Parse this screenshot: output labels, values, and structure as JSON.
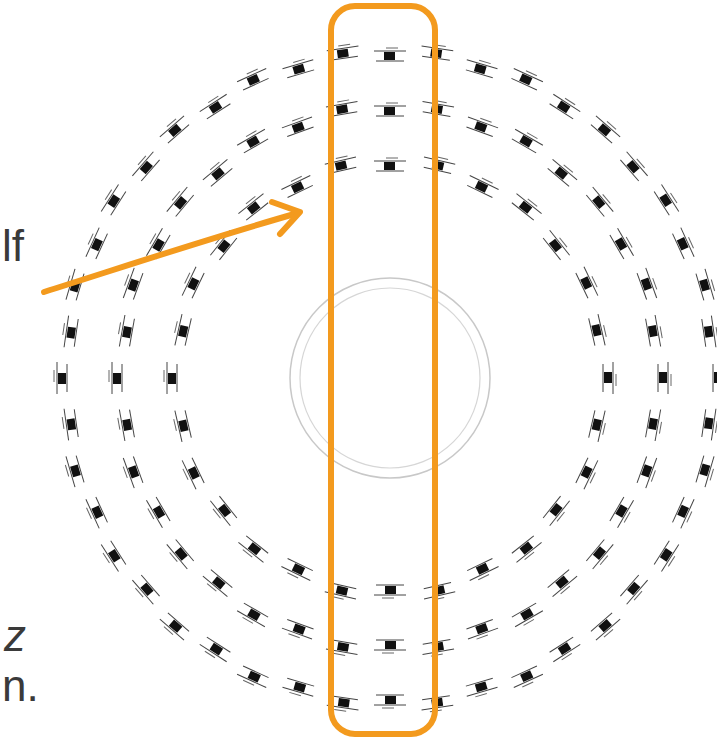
{
  "diagram": {
    "labels": [
      "lf",
      "z",
      "n."
    ]
  }
}
